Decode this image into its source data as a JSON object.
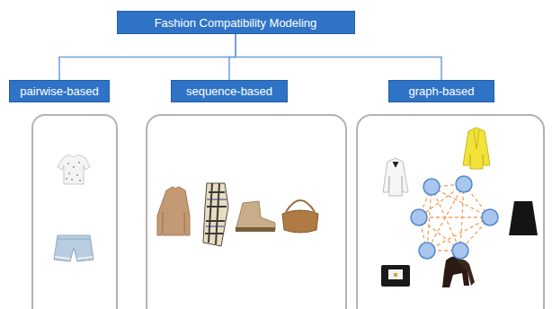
{
  "diagram": {
    "nodes": [
      {
        "text": [
          "Fashion Compatibility Modeling"
        ]
      },
      {
        "text": [
          "pairwise-based"
        ]
      },
      {
        "text": [
          "sequence-based"
        ]
      },
      {
        "text": [
          "graph-based"
        ]
      }
    ],
    "edges": [
      {
        "from": 0,
        "to": 1,
        "arrow": "none"
      },
      {
        "from": 0,
        "to": 2,
        "arrow": "none"
      },
      {
        "from": 0,
        "to": 3,
        "arrow": "none"
      }
    ]
  }
}
